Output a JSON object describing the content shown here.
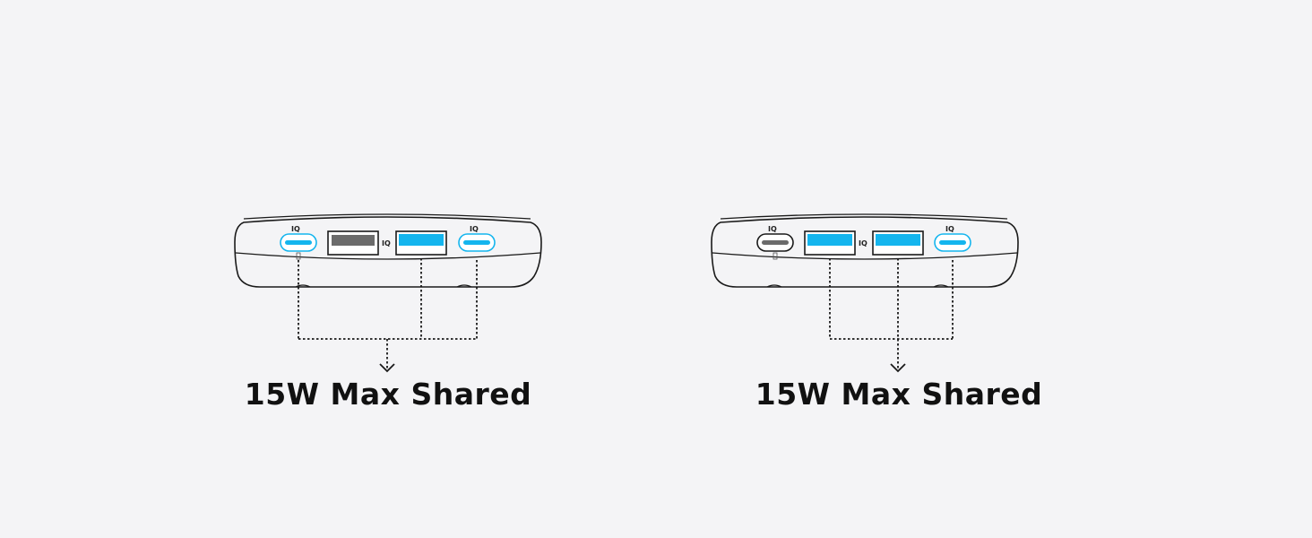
{
  "colors": {
    "background": "#f4f4f6",
    "outline": "#1a1a1a",
    "accent_port": "#14b5ee",
    "inactive_port": "#6b6b6b"
  },
  "port_label": "IQ",
  "diagrams": [
    {
      "caption": "15W Max Shared",
      "ports": [
        "usb-c",
        "usb-a",
        "usb-a",
        "usb-c"
      ],
      "shared_ports": [
        "usb-c-1",
        "usb-a-2",
        "usb-c-2"
      ]
    },
    {
      "caption": "15W Max Shared",
      "ports": [
        "usb-c",
        "usb-a",
        "usb-a",
        "usb-c"
      ],
      "shared_ports": [
        "usb-a-1",
        "usb-a-2",
        "usb-c-2"
      ]
    }
  ]
}
